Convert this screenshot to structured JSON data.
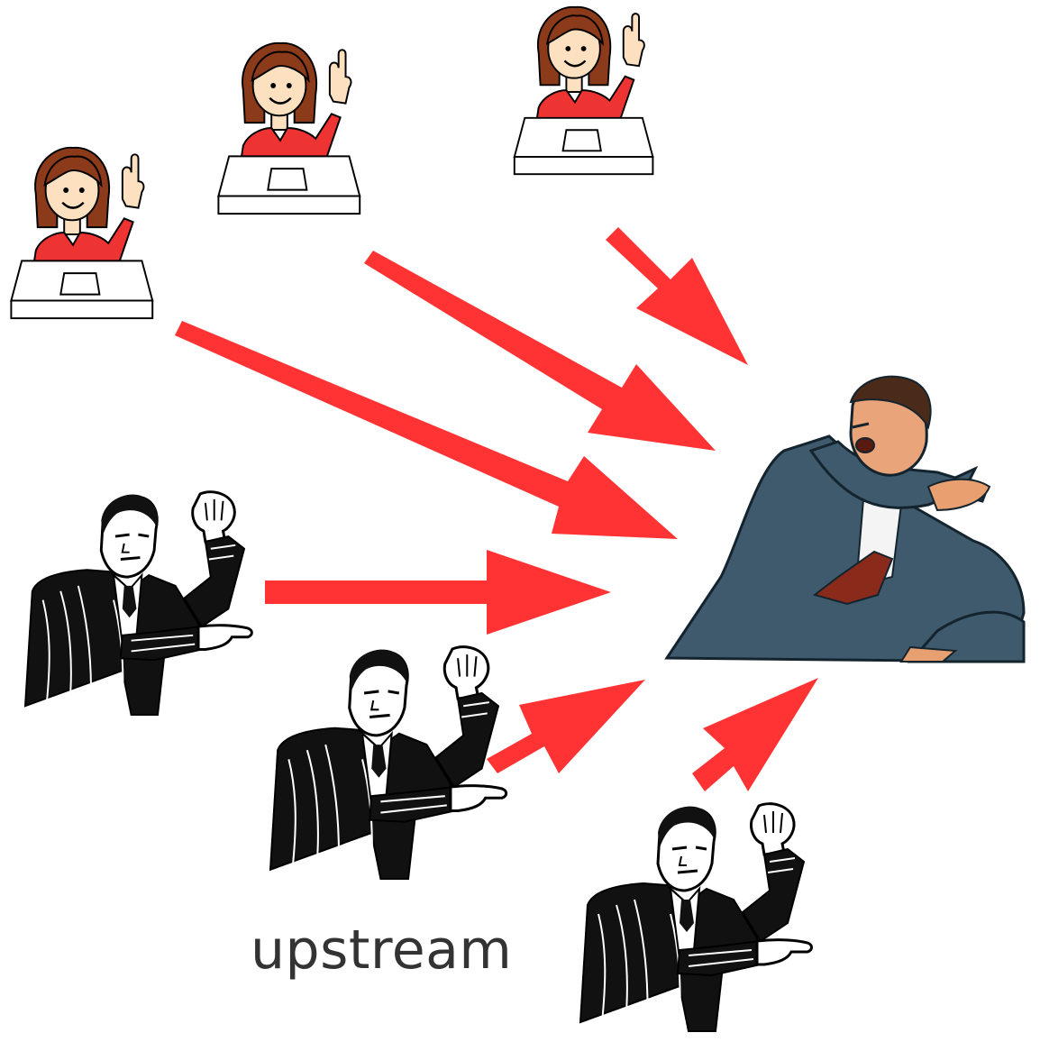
{
  "caption": "upstream",
  "figures": {
    "students": [
      "student-raising-hand",
      "student-raising-hand",
      "student-raising-hand"
    ],
    "protesters": [
      "angry-man-gesturing",
      "angry-man-gesturing",
      "angry-man-gesturing"
    ],
    "target": "startled-man-in-suit"
  },
  "colors": {
    "arrow": "#ff3333",
    "student_shirt": "#ee3333",
    "student_hair": "#8b3a1a",
    "skin": "#fce0c0",
    "desk": "#ffffff",
    "target_suit": "#3e5a6c",
    "target_tie": "#8a2a1a",
    "ink": "#000000"
  }
}
